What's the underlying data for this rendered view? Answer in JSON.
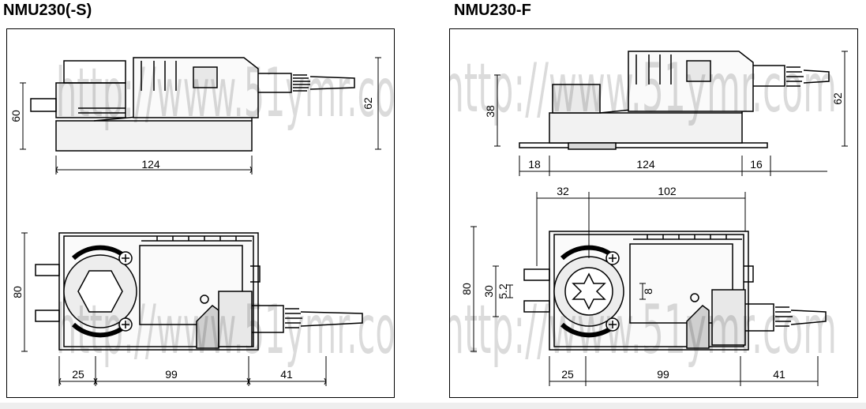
{
  "titles": {
    "left": "NMU230(-S)",
    "right": "NMU230-F"
  },
  "watermark": "http://www.51ymr.com",
  "left": {
    "side": {
      "height": "60",
      "total_height": "62",
      "length": "124"
    },
    "top": {
      "width": "80",
      "a": "25",
      "b": "99",
      "c": "41"
    }
  },
  "right": {
    "side": {
      "height": "38",
      "total_height": "62",
      "a": "18",
      "length": "124",
      "c": "16"
    },
    "top": {
      "width": "80",
      "w1": "30",
      "w2": "5.2",
      "w3": "8",
      "t1": "32",
      "t2": "102",
      "a": "25",
      "b": "99",
      "c": "41"
    }
  },
  "colors": {
    "line": "#000000",
    "watermark": "#000000",
    "shade": "#d0d0d0"
  }
}
